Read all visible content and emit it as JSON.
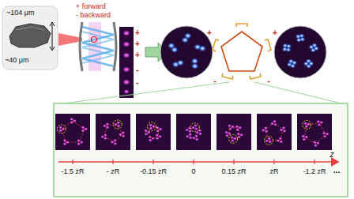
{
  "diagram": {
    "labels": [
      "~104 μm",
      "~40 μm",
      "+ forward",
      "- backward",
      "+",
      "+",
      "+",
      "-",
      "-",
      "+",
      "-",
      "+",
      "-",
      "-1.5 zR",
      "- zR",
      "-0.15 zR",
      "0",
      "0.15 zR",
      "zR",
      "-1.2 zR",
      "...",
      "z"
    ]
  }
}
